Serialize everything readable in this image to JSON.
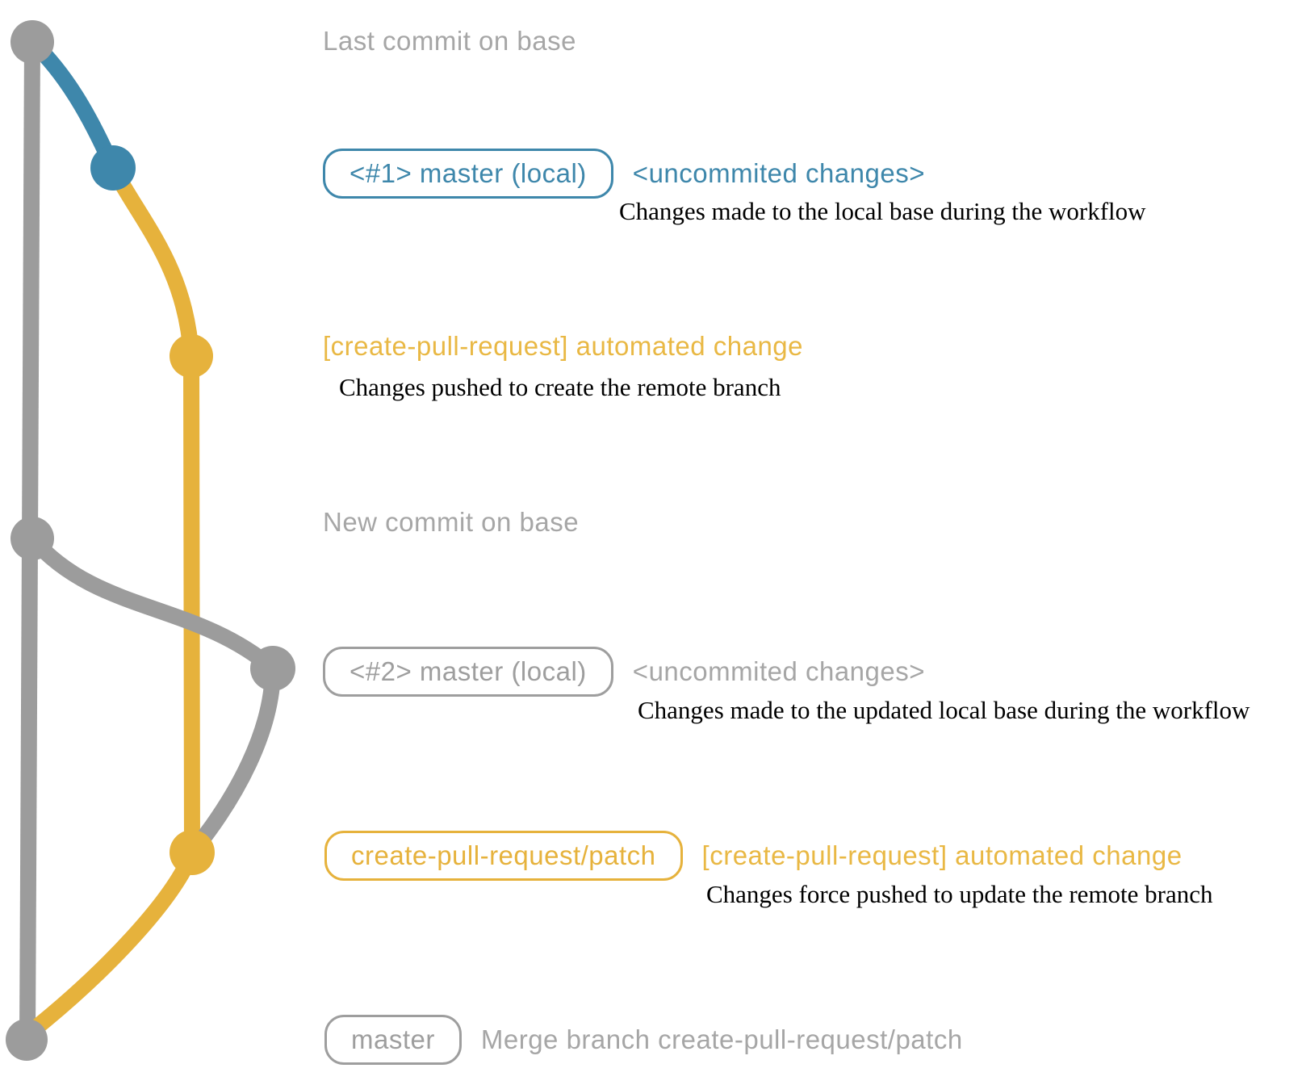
{
  "graph": {
    "colors": {
      "base_branch": "#9c9c9c",
      "local_branch": "#3e87ab",
      "remote_branch": "#e6b23c"
    },
    "commit_dots": [
      {
        "id": "base-last-commit",
        "color": "#9c9c9c"
      },
      {
        "id": "local-commit-1",
        "color": "#3e87ab"
      },
      {
        "id": "remote-commit-1",
        "color": "#e6b23c"
      },
      {
        "id": "base-new-commit",
        "color": "#9c9c9c"
      },
      {
        "id": "local-commit-2",
        "color": "#9c9c9c"
      },
      {
        "id": "remote-commit-2",
        "color": "#e6b23c"
      },
      {
        "id": "base-merge-commit",
        "color": "#9c9c9c"
      }
    ]
  },
  "rows": {
    "last_commit": {
      "label": "Last commit on base"
    },
    "commit1": {
      "badge": "<#1> master (local)",
      "message": "<uncommited changes>",
      "note": "Changes made to the local base during the workflow"
    },
    "push1": {
      "message": "[create-pull-request] automated change",
      "note": "Changes pushed to create the remote branch"
    },
    "new_commit": {
      "label": "New commit on base"
    },
    "commit2": {
      "badge": "<#2> master (local)",
      "message": "<uncommited changes>",
      "note": "Changes made to the updated local base during the workflow"
    },
    "push2": {
      "badge": "create-pull-request/patch",
      "message": "[create-pull-request] automated change",
      "note": "Changes force pushed to update the remote branch"
    },
    "merge": {
      "badge": "master",
      "message": "Merge branch create-pull-request/patch"
    }
  }
}
